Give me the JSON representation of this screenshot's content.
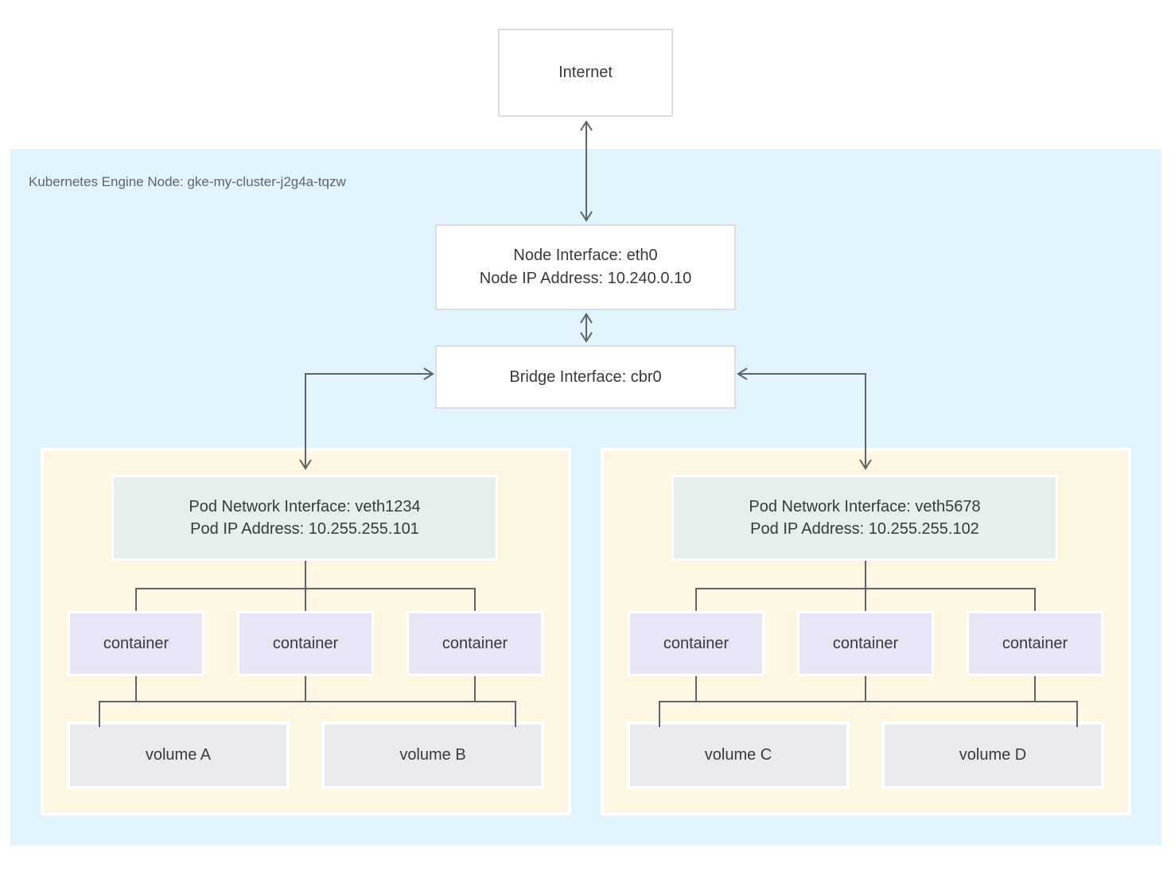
{
  "internet": {
    "label": "Internet"
  },
  "node": {
    "label": "Kubernetes Engine Node: gke-my-cluster-j2g4a-tqzw",
    "interface": {
      "line1": "Node Interface: eth0",
      "line2": "Node IP Address: 10.240.0.10"
    },
    "bridge": {
      "label": "Bridge Interface: cbr0"
    }
  },
  "pods": [
    {
      "interface": {
        "line1": "Pod Network Interface: veth1234",
        "line2": "Pod IP Address: 10.255.255.101"
      },
      "containers": [
        "container",
        "container",
        "container"
      ],
      "volumes": [
        "volume A",
        "volume B"
      ]
    },
    {
      "interface": {
        "line1": "Pod Network Interface: veth5678",
        "line2": "Pod IP Address: 10.255.255.102"
      },
      "containers": [
        "container",
        "container",
        "container"
      ],
      "volumes": [
        "volume C",
        "volume D"
      ]
    }
  ],
  "colors": {
    "node_bg": "#e1f4fd",
    "pod_bg": "#fdf6e2",
    "pod_interface_bg": "#e3efe8",
    "container_bg": "#e8e4f6",
    "volume_bg": "#e8eaed",
    "box_border": "#dadce0",
    "inner_border": "#ffffff",
    "connector": "#5f6368",
    "text": "#37393d",
    "label_text": "#5f6368"
  }
}
